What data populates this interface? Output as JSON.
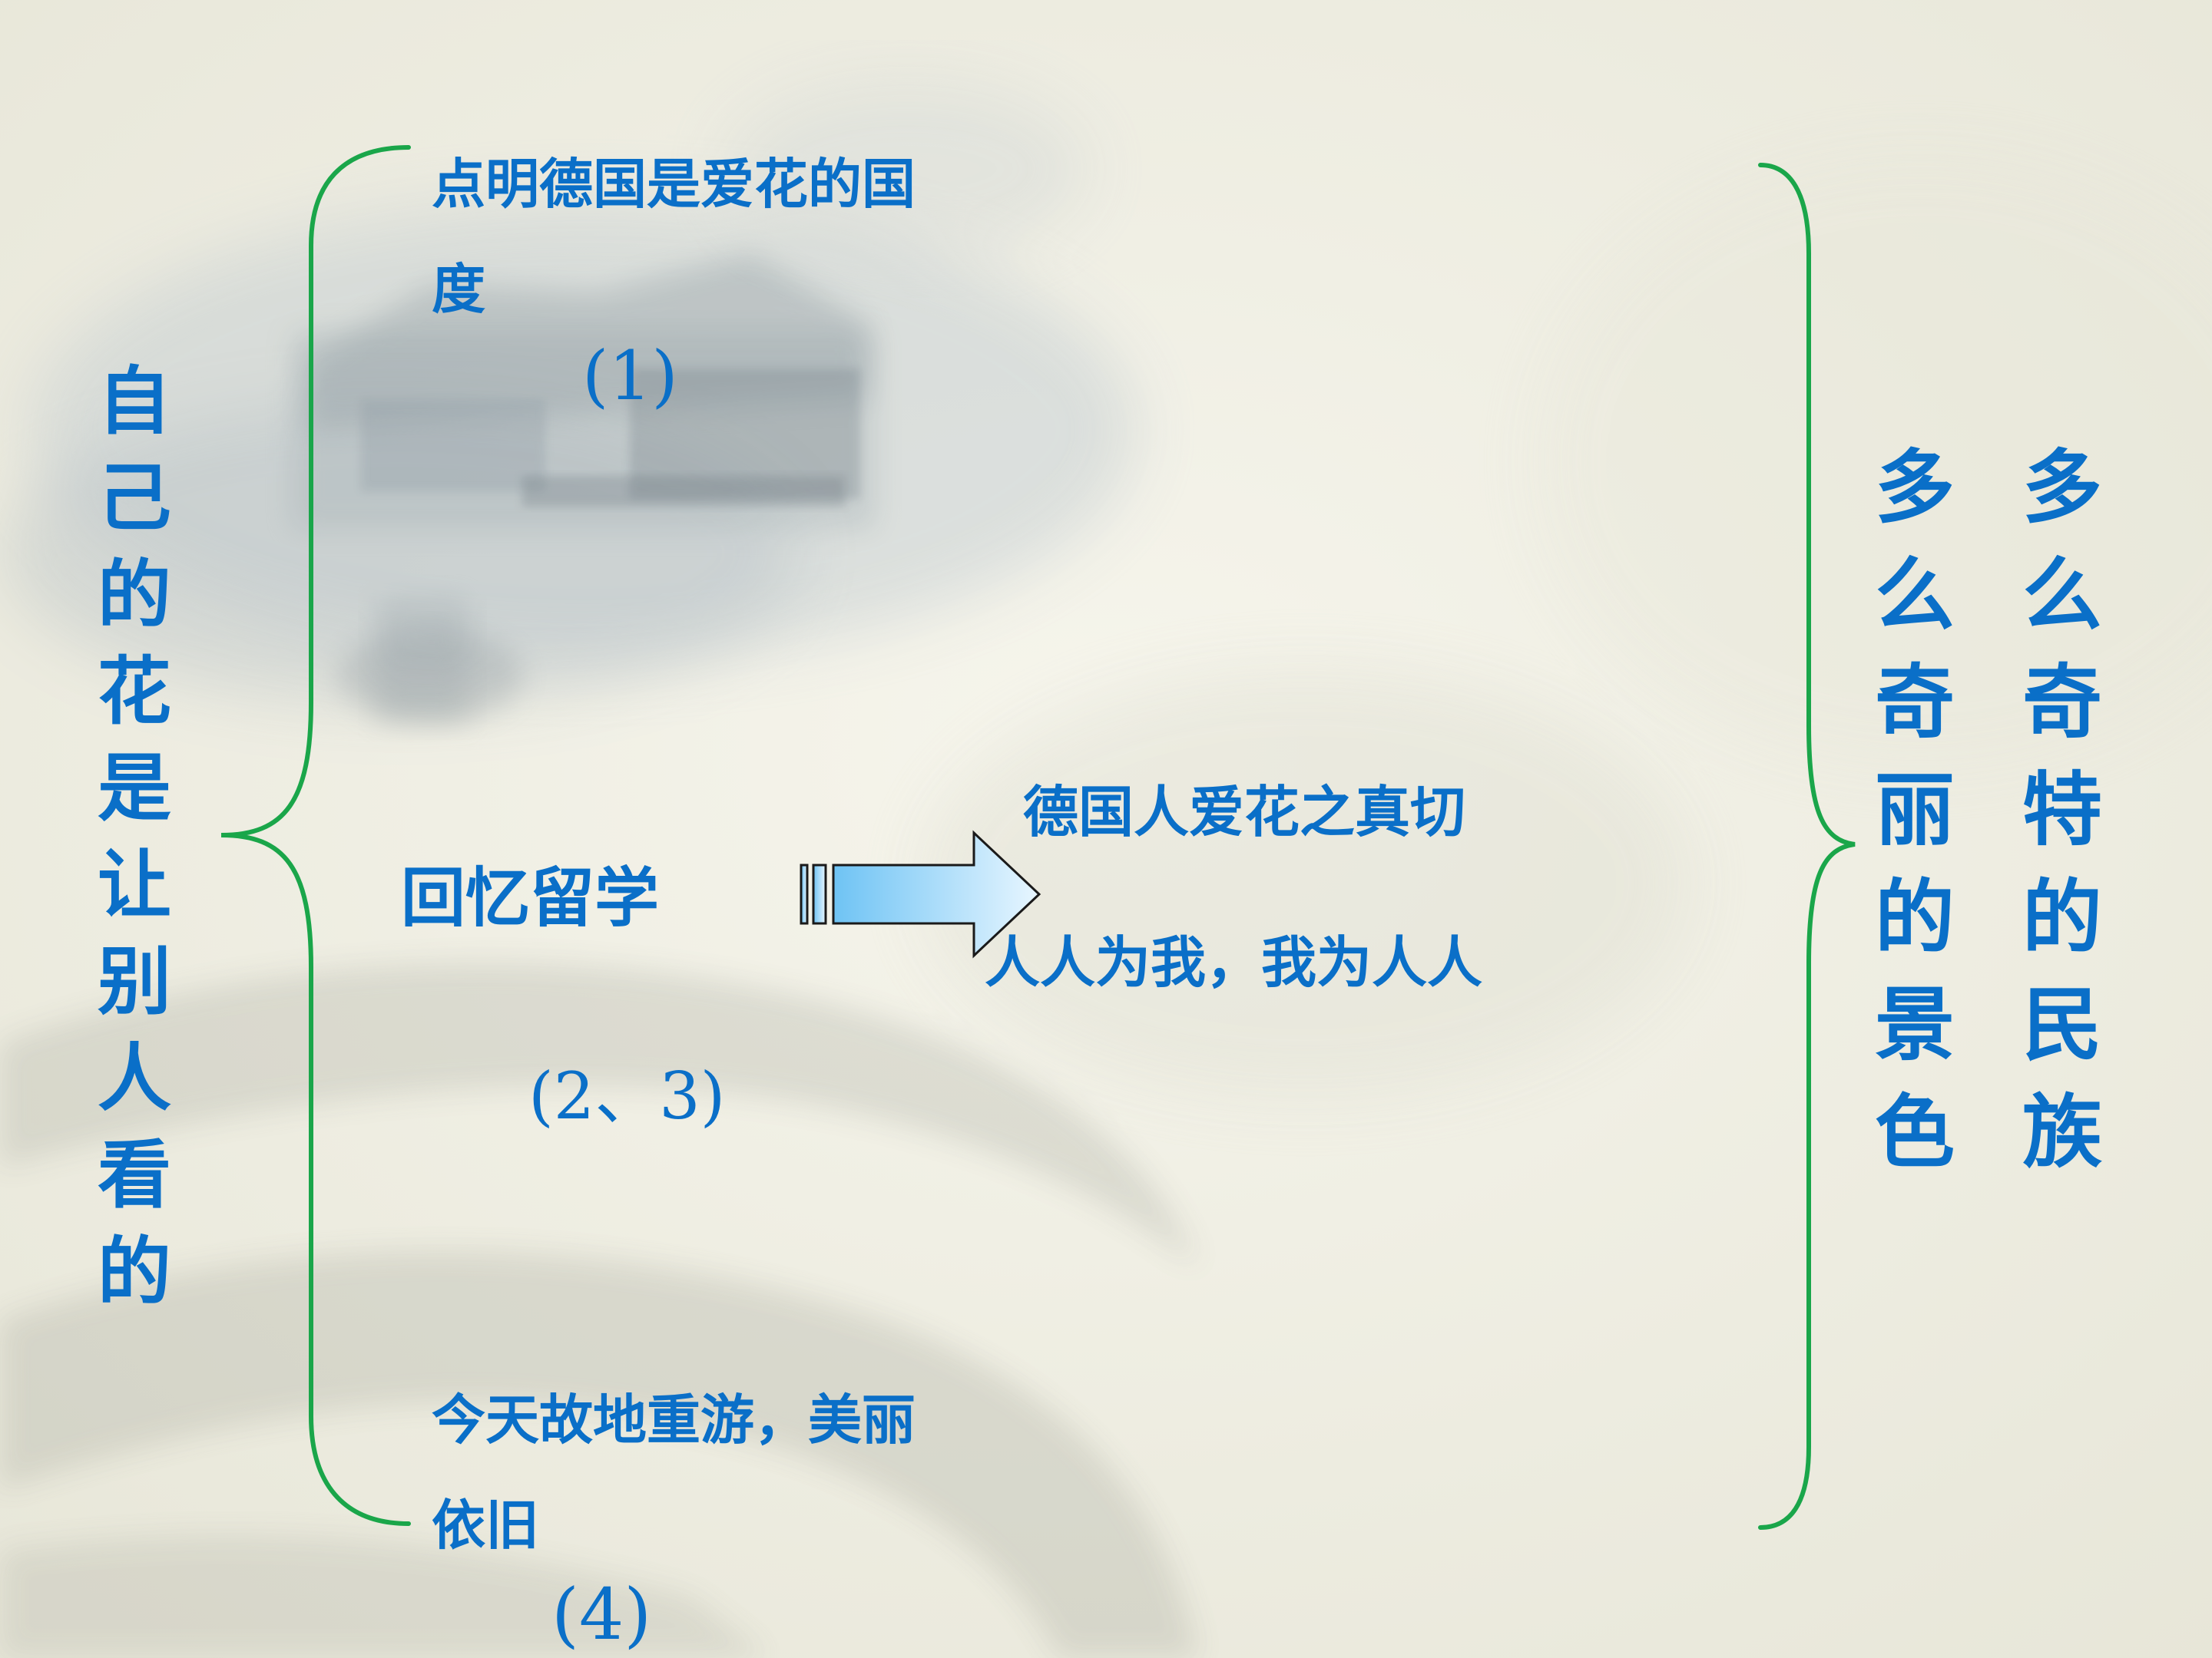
{
  "left_vertical_title": "自己的花是让别人看的",
  "sections": {
    "intro": {
      "text_line1": "点明德国是爱花的国",
      "text_line2": "度",
      "paragraph_ref": "(1)"
    },
    "memory": {
      "label": "回忆留学",
      "paragraph_ref": "(2、3)",
      "result_line1": "德国人爱花之真切",
      "result_line2": "人人为我，我为人人"
    },
    "revisit": {
      "text_line1": "今天故地重游，美丽",
      "text_line2": "依旧",
      "paragraph_ref": "(4)"
    }
  },
  "right_columns": {
    "column1": "多么奇特的民族",
    "column2": "多么奇丽的景色"
  },
  "colors": {
    "text": "#0a6fc8",
    "brace": "#1aa64a",
    "arrow_light": "#e8f6ff",
    "arrow_dark": "#6ec3f4",
    "background": "#f1f0e6"
  }
}
